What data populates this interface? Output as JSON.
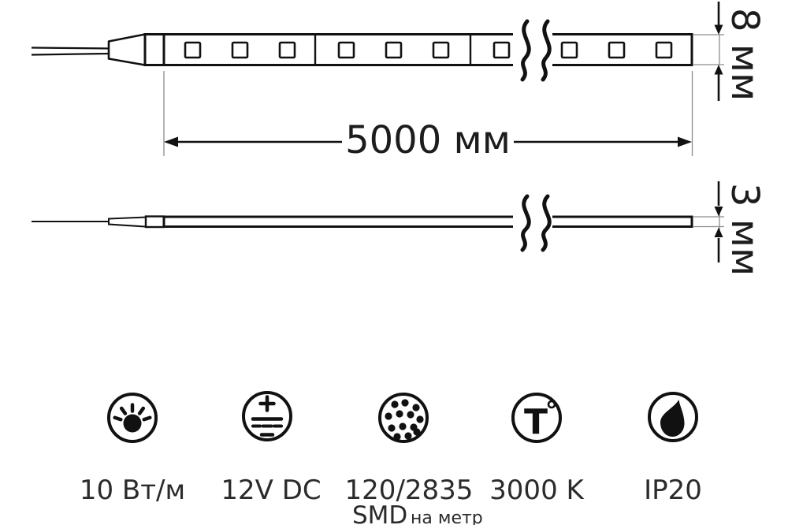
{
  "strip_top_view": {
    "length_label": "5000 мм",
    "width_label": "8 мм"
  },
  "strip_side_view": {
    "thickness_label": "3 мм"
  },
  "specs": [
    {
      "icon": "light-power-icon",
      "label": "10 Вт/м"
    },
    {
      "icon": "dc-voltage-icon",
      "label": "12V DC"
    },
    {
      "icon": "smd-led-matrix-icon",
      "label": "120/2835",
      "sub_label": "SMD",
      "sub_label_note": "на метр"
    },
    {
      "icon": "color-temperature-icon",
      "label": "3000 K",
      "symbol": "T"
    },
    {
      "icon": "water-drop-icon",
      "label": "IP20"
    }
  ],
  "colors": {
    "line": "#111111",
    "extension_line": "#8c8c8c",
    "text": "#2b2b2b",
    "background": "#ffffff"
  }
}
